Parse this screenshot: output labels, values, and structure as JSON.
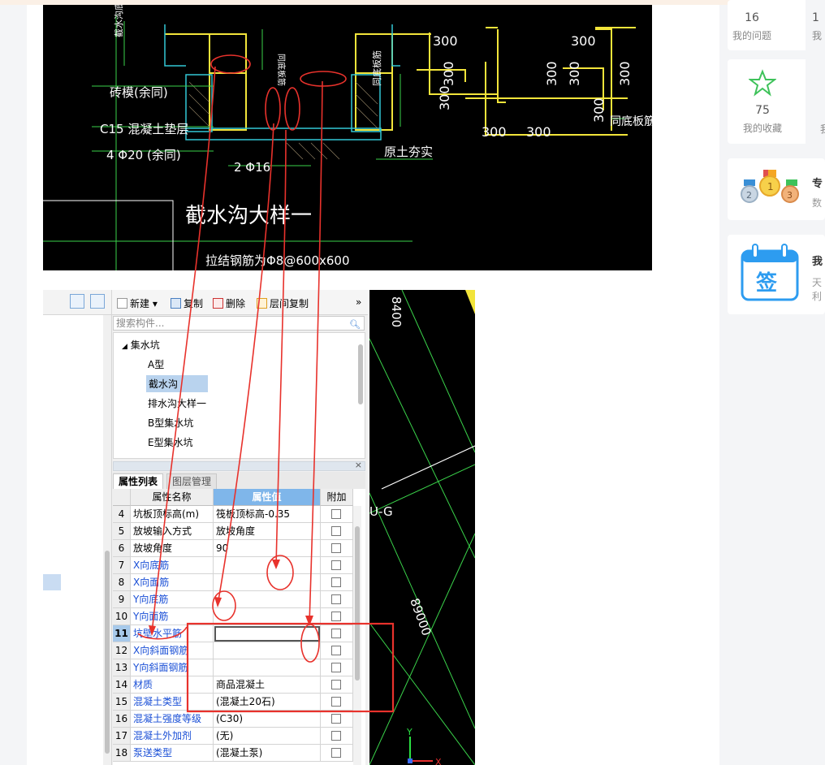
{
  "cad_top": {
    "labels": {
      "zhuan_tai": "砖模(余同)",
      "concrete_pad": "C15 混凝土垫层",
      "rebar_4": "4 Φ20 (余同)",
      "rebar_2": "2 Φ16",
      "original_soil": "原土夯实",
      "title": "截水沟大样一",
      "tie_note": "拉结钢筋为Φ8@600x600",
      "same_bottom": "同底板筋",
      "left_vert_1": "同底板筋",
      "left_vert_2": "截水沟底",
      "right_vert": "同底板筋",
      "dim_300": "300"
    }
  },
  "cad_side": {
    "dim_top": "8400",
    "grid_label": "U-G",
    "dim_bottom": "89000",
    "axis_y": "Y",
    "axis_x": "X"
  },
  "toolbar": {
    "new": "新建",
    "copy": "复制",
    "delete": "删除",
    "floor_copy": "层间复制",
    "more": "»"
  },
  "search": {
    "placeholder": "搜索构件..."
  },
  "tree": {
    "root": "集水坑",
    "items": [
      "A型",
      "截水沟",
      "排水沟大样一",
      "B型集水坑",
      "E型集水坑"
    ],
    "selected_index": 1
  },
  "props": {
    "tabs": [
      "属性列表",
      "图层管理"
    ],
    "headers": {
      "name": "属性名称",
      "value": "属性值",
      "add": "附加"
    },
    "rows": [
      {
        "num": "4",
        "name": "坑板顶标高(m)",
        "value": "筏板顶标高-0.35",
        "blue": false
      },
      {
        "num": "5",
        "name": "放坡输入方式",
        "value": "放坡角度",
        "blue": false
      },
      {
        "num": "6",
        "name": "放坡角度",
        "value": "90",
        "blue": false
      },
      {
        "num": "7",
        "name": "X向底筋",
        "value": "",
        "blue": true
      },
      {
        "num": "8",
        "name": "X向面筋",
        "value": "",
        "blue": true
      },
      {
        "num": "9",
        "name": "Y向底筋",
        "value": "",
        "blue": true
      },
      {
        "num": "10",
        "name": "Y向面筋",
        "value": "",
        "blue": true
      },
      {
        "num": "11",
        "name": "坑壁水平筋",
        "value": "",
        "blue": true
      },
      {
        "num": "12",
        "name": "X向斜面钢筋",
        "value": "",
        "blue": true
      },
      {
        "num": "13",
        "name": "Y向斜面钢筋",
        "value": "",
        "blue": true
      },
      {
        "num": "14",
        "name": "材质",
        "value": "商品混凝土",
        "blue": true
      },
      {
        "num": "15",
        "name": "混凝土类型",
        "value": "(混凝土20石)",
        "blue": true
      },
      {
        "num": "16",
        "name": "混凝土强度等级",
        "value": "(C30)",
        "blue": true
      },
      {
        "num": "17",
        "name": "混凝土外加剂",
        "value": "(无)",
        "blue": true
      },
      {
        "num": "18",
        "name": "泵送类型",
        "value": "(混凝土泵)",
        "blue": true
      }
    ],
    "selected_row": "11"
  },
  "sidebar": {
    "questions_count": "16",
    "questions_label": "我的问题",
    "second_count": "1",
    "second_label": "我",
    "favorites_count": "75",
    "favorites_label": "我的收藏",
    "fav_right_label": "我",
    "expert_title": "专",
    "expert_sub": "数",
    "sign_title": "我",
    "sign_sub_1": "天",
    "sign_sub_2": "利",
    "sign_badge": "签",
    "medal_2": "2",
    "medal_1": "1",
    "medal_3": "3"
  },
  "colors": {
    "cad_bg": "#000000",
    "cad_yellow": "#f2e43a",
    "cad_green": "#3ad24a",
    "cad_cyan": "#33c7d6",
    "annotation_red": "#e8322c",
    "link_blue": "#1a4fd6",
    "sign_blue": "#2d9cf0"
  }
}
